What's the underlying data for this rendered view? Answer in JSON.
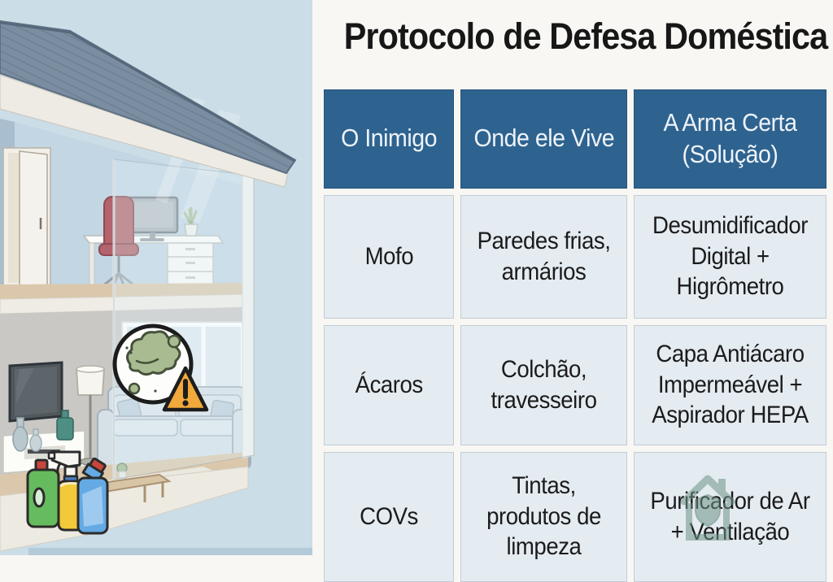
{
  "title": "Protocolo de Defesa Doméstica",
  "table": {
    "columns": [
      "O Inimigo",
      "Onde ele Vive",
      "A Arma Certa (Solução)"
    ],
    "rows": [
      {
        "enemy": "Mofo",
        "habitat": "Paredes frias, armários",
        "solution": "Desumidificador Digital + Higrômetro"
      },
      {
        "enemy": "Ácaros",
        "habitat": "Colchão, travesseiro",
        "solution": "Capa Antiácaro Impermeável + Aspirador HEPA"
      },
      {
        "enemy": "COVs",
        "habitat": "Tintas, produtos de limpeza",
        "solution": "Purificador de Ar + Ventilação"
      }
    ]
  },
  "colors": {
    "header_bg": "#2e6390",
    "header_text": "#eef3f8",
    "cell_bg": "#e4ebf1",
    "panel_bg": "#f8f7f4",
    "illustration_bg": "#cbdde6",
    "warning_yellow": "#f2a93b",
    "mold_green": "#a9bb90",
    "watermark_teal": "#6f9487"
  },
  "illustration": {
    "icons": [
      "house-cutaway",
      "mold-cloud-icon",
      "warning-triangle-icon",
      "cleaning-bottles",
      "house-shield-watermark-icon"
    ]
  }
}
